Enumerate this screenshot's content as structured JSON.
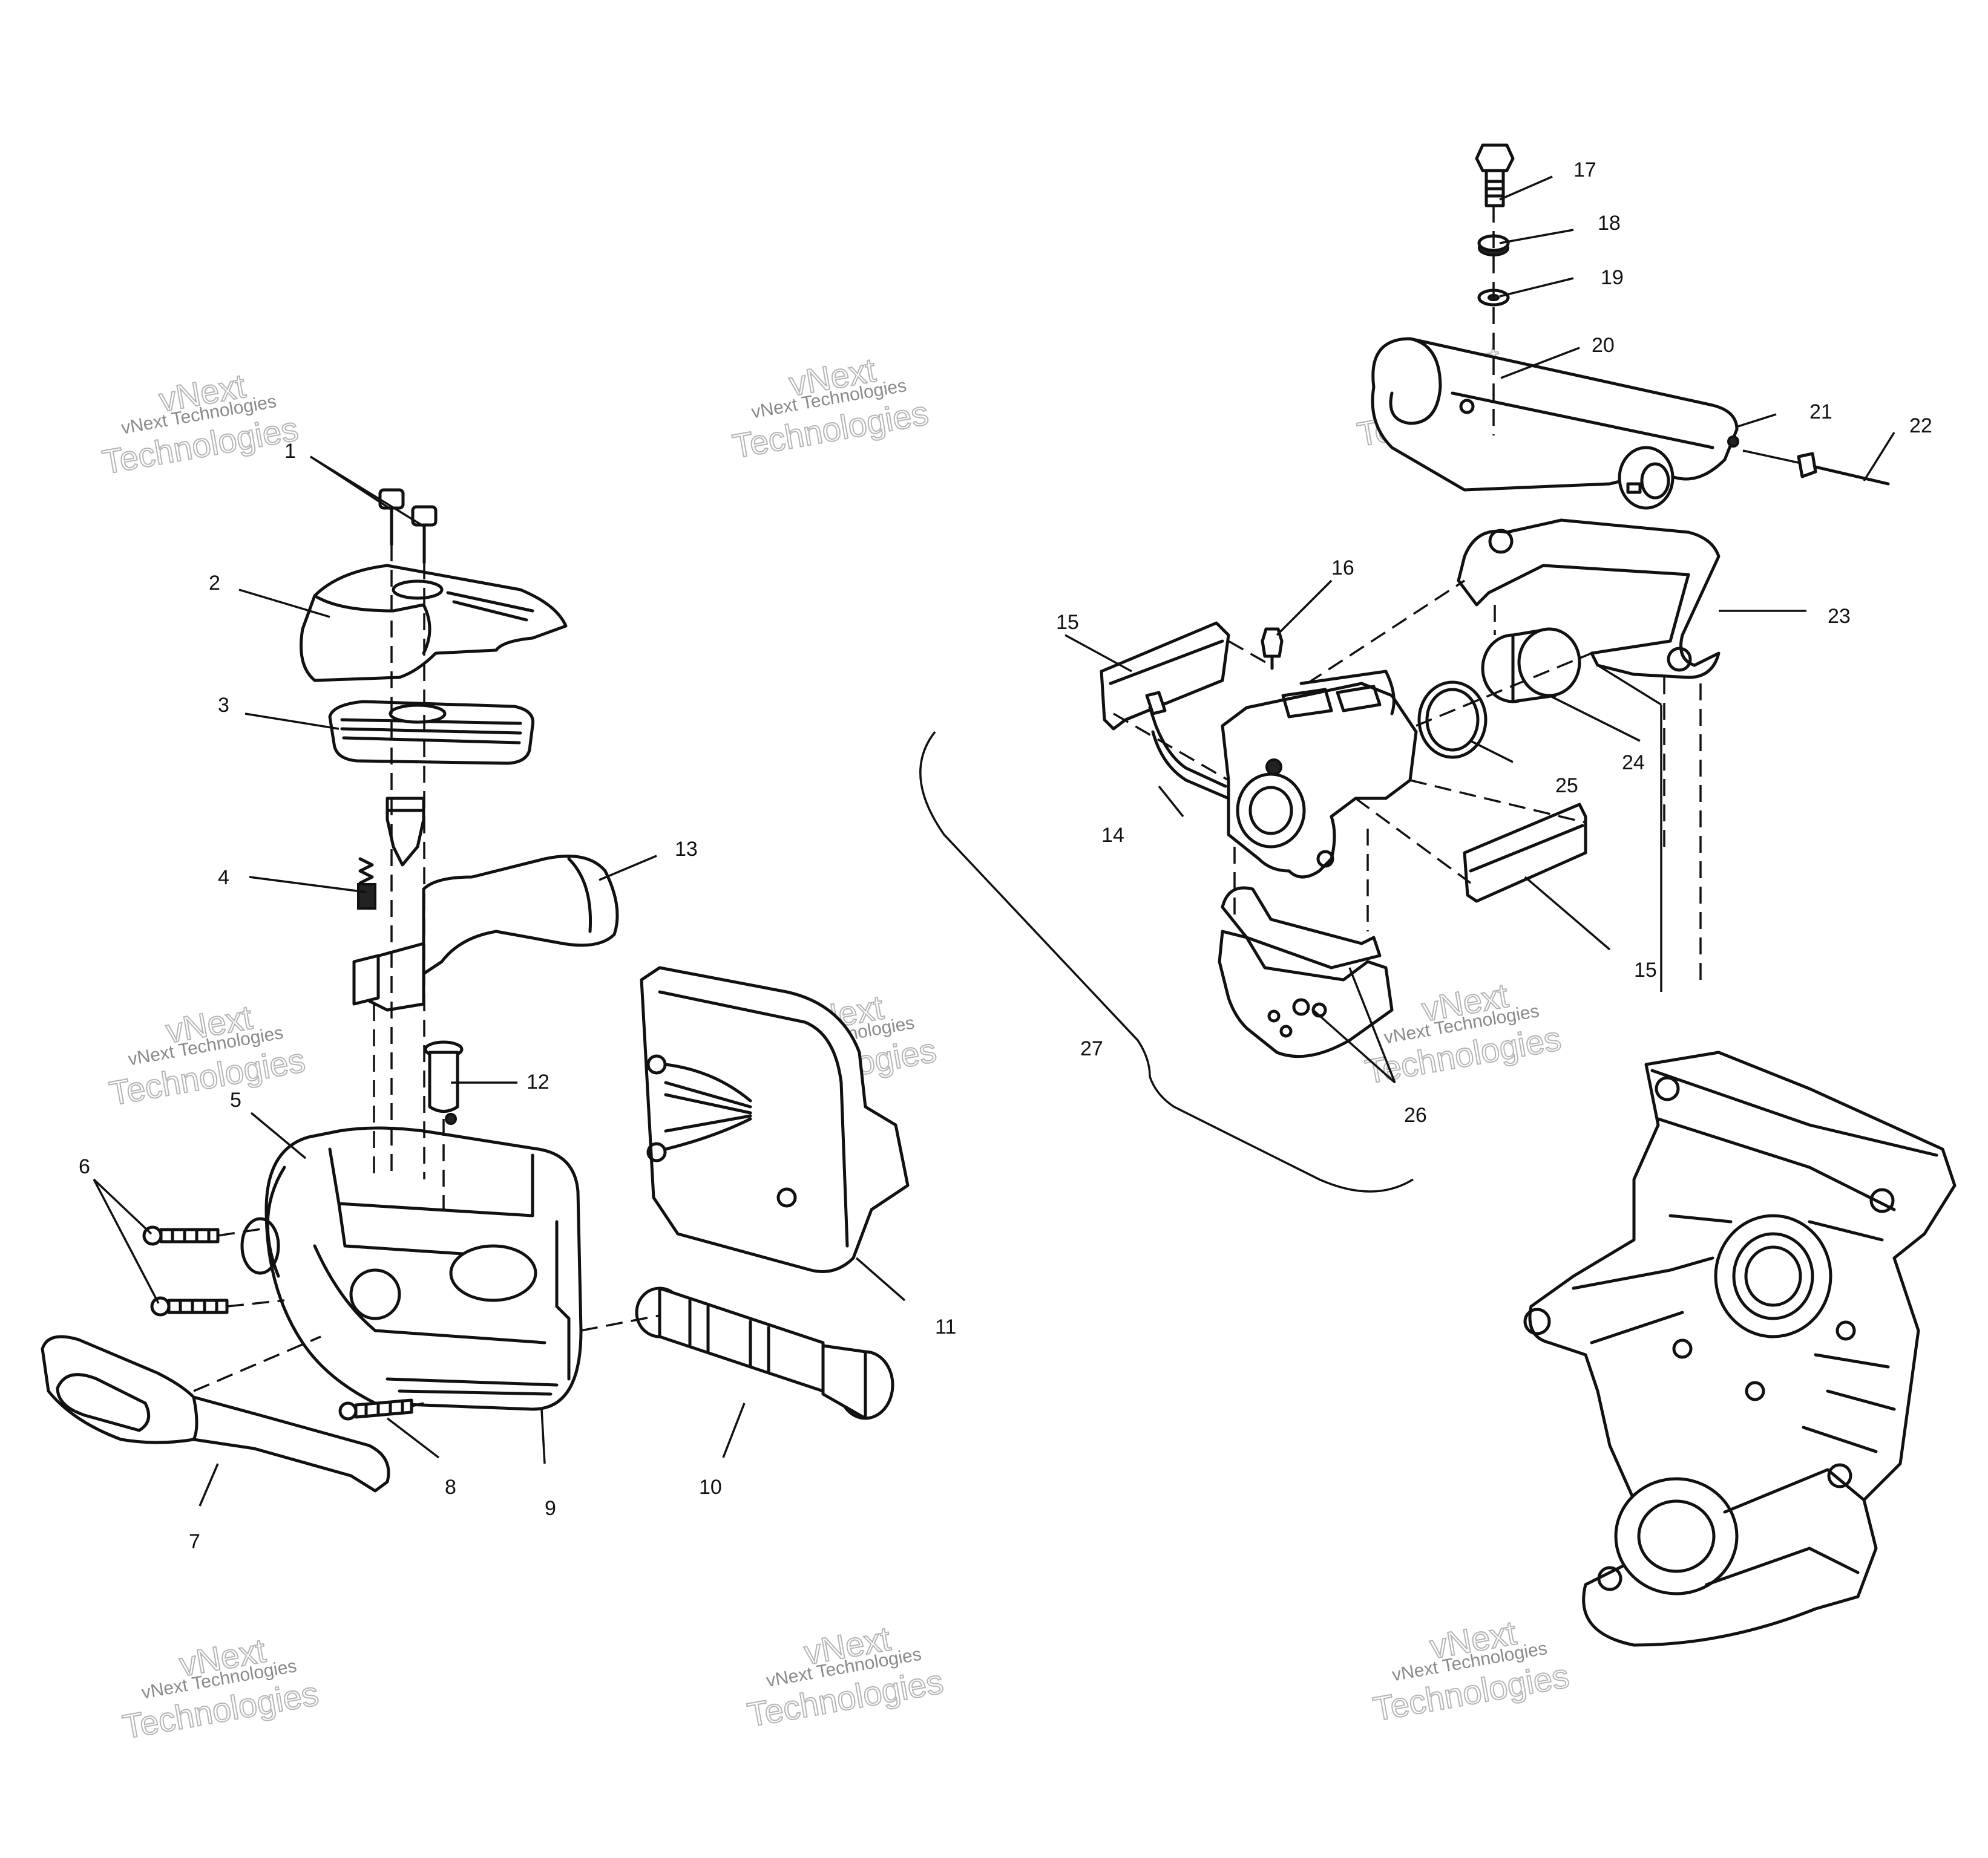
{
  "callouts": [
    {
      "id": "1",
      "label": "1"
    },
    {
      "id": "2",
      "label": "2"
    },
    {
      "id": "3",
      "label": "3"
    },
    {
      "id": "4",
      "label": "4"
    },
    {
      "id": "5",
      "label": "5"
    },
    {
      "id": "6",
      "label": "6"
    },
    {
      "id": "7",
      "label": "7"
    },
    {
      "id": "8",
      "label": "8"
    },
    {
      "id": "9",
      "label": "9"
    },
    {
      "id": "10",
      "label": "10"
    },
    {
      "id": "11",
      "label": "11"
    },
    {
      "id": "12",
      "label": "12"
    },
    {
      "id": "13",
      "label": "13"
    },
    {
      "id": "14",
      "label": "14"
    },
    {
      "id": "15a",
      "label": "15"
    },
    {
      "id": "15b",
      "label": "15"
    },
    {
      "id": "16",
      "label": "16"
    },
    {
      "id": "17",
      "label": "17"
    },
    {
      "id": "18",
      "label": "18"
    },
    {
      "id": "19",
      "label": "19"
    },
    {
      "id": "20",
      "label": "20"
    },
    {
      "id": "21",
      "label": "21"
    },
    {
      "id": "22",
      "label": "22"
    },
    {
      "id": "23",
      "label": "23"
    },
    {
      "id": "24",
      "label": "24"
    },
    {
      "id": "25",
      "label": "25"
    },
    {
      "id": "26",
      "label": "26"
    },
    {
      "id": "27",
      "label": "27"
    }
  ],
  "watermark": {
    "line1": "vNext Technologies",
    "line2": "vNext",
    "line3": "Technologies"
  }
}
